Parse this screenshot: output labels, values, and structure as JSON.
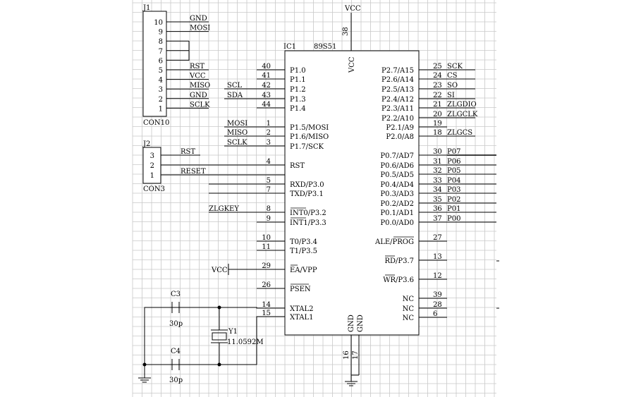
{
  "connectors": {
    "j1": {
      "ref": "J1",
      "name": "CON10",
      "pins": [
        {
          "num": "10",
          "net": "GND"
        },
        {
          "num": "9",
          "net": "MOSI"
        },
        {
          "num": "8",
          "net": ""
        },
        {
          "num": "7",
          "net": ""
        },
        {
          "num": "6",
          "net": ""
        },
        {
          "num": "5",
          "net": "RST"
        },
        {
          "num": "4",
          "net": "VCC"
        },
        {
          "num": "3",
          "net": "MISO"
        },
        {
          "num": "2",
          "net": "GND"
        },
        {
          "num": "1",
          "net": "SCLK"
        }
      ]
    },
    "j2": {
      "ref": "J2",
      "name": "CON3",
      "pins": [
        {
          "num": "3",
          "net": "RST"
        },
        {
          "num": "2",
          "net": ""
        },
        {
          "num": "1",
          "net": "RESET"
        }
      ]
    }
  },
  "ic": {
    "ref": "IC1",
    "part": "89S51",
    "vcc_label": "VCC",
    "top_pin": {
      "num": "38",
      "name": "VCC"
    },
    "bottom_pins": [
      {
        "num": "16",
        "name": "GND"
      },
      {
        "num": "17",
        "name": "GND"
      }
    ],
    "left_pins": [
      {
        "num": "40",
        "name": "P1.0",
        "net": ""
      },
      {
        "num": "41",
        "name": "P1.1",
        "net": ""
      },
      {
        "num": "42",
        "name": "P1.2",
        "net": "SCL"
      },
      {
        "num": "43",
        "name": "P1.3",
        "net": "SDA"
      },
      {
        "num": "44",
        "name": "P1.4",
        "net": ""
      },
      {
        "num": "1",
        "name": "P1.5/MOSI",
        "net": "MOSI"
      },
      {
        "num": "2",
        "name": "P1.6/MISO",
        "net": "MISO"
      },
      {
        "num": "3",
        "name": "P1.7/SCK",
        "net": "SCLK"
      },
      {
        "num": "4",
        "name": "RST",
        "net": ""
      },
      {
        "num": "5",
        "name": "RXD/P3.0",
        "net": ""
      },
      {
        "num": "7",
        "name": "TXD/P3.1",
        "net": ""
      },
      {
        "num": "8",
        "name": "INT0/P3.2",
        "net": "ZLGKEY"
      },
      {
        "num": "9",
        "name": "INT1/P3.3",
        "net": ""
      },
      {
        "num": "10",
        "name": "T0/P3.4",
        "net": ""
      },
      {
        "num": "11",
        "name": "T1/P3.5",
        "net": ""
      },
      {
        "num": "29",
        "name": "EA/VPP",
        "net": "VCC"
      },
      {
        "num": "26",
        "name": "PSEN",
        "net": ""
      },
      {
        "num": "14",
        "name": "XTAL2",
        "net": ""
      },
      {
        "num": "15",
        "name": "XTAL1",
        "net": ""
      }
    ],
    "right_pins": [
      {
        "num": "25",
        "name": "P2.7/A15",
        "net": "SCK"
      },
      {
        "num": "24",
        "name": "P2.6/A14",
        "net": "CS"
      },
      {
        "num": "23",
        "name": "P2.5/A13",
        "net": "SO"
      },
      {
        "num": "22",
        "name": "P2.4/A12",
        "net": "SI"
      },
      {
        "num": "21",
        "name": "P2.3/A11",
        "net": "ZLGDIO"
      },
      {
        "num": "20",
        "name": "P2.2/A10",
        "net": "ZLGCLK"
      },
      {
        "num": "19",
        "name": "P2.1/A9",
        "net": ""
      },
      {
        "num": "18",
        "name": "P2.0/A8",
        "net": "ZLGCS"
      },
      {
        "num": "30",
        "name": "P0.7/AD7",
        "net": "P07"
      },
      {
        "num": "31",
        "name": "P0.6/AD6",
        "net": "P06"
      },
      {
        "num": "32",
        "name": "P0.5/AD5",
        "net": "P05"
      },
      {
        "num": "33",
        "name": "P0.4/AD4",
        "net": "P04"
      },
      {
        "num": "34",
        "name": "P0.3/AD3",
        "net": "P03"
      },
      {
        "num": "35",
        "name": "P0.2/AD2",
        "net": "P02"
      },
      {
        "num": "36",
        "name": "P0.1/AD1",
        "net": "P01"
      },
      {
        "num": "37",
        "name": "P0.0/AD0",
        "net": "P00"
      },
      {
        "num": "27",
        "name": "ALE/PROG",
        "net": ""
      },
      {
        "num": "13",
        "name": "RD/P3.7",
        "net": ""
      },
      {
        "num": "12",
        "name": "WR/P3.6",
        "net": ""
      },
      {
        "num": "39",
        "name": "NC",
        "net": ""
      },
      {
        "num": "28",
        "name": "NC",
        "net": ""
      },
      {
        "num": "6",
        "name": "NC",
        "net": ""
      }
    ]
  },
  "components": {
    "c3": {
      "ref": "C3",
      "value": "30p"
    },
    "c4": {
      "ref": "C4",
      "value": "30p"
    },
    "y1": {
      "ref": "Y1",
      "value": "11.0592M"
    }
  },
  "colors": {
    "grid": "#c8c8c8",
    "line": "#000000",
    "background": "#ffffff"
  }
}
